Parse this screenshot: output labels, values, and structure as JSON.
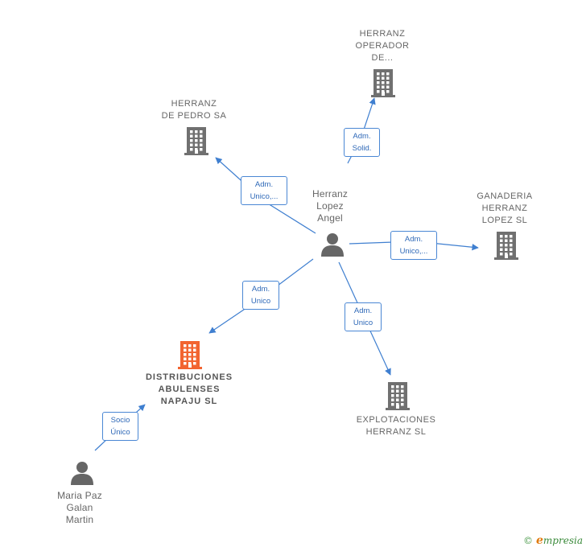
{
  "colors": {
    "edge": "#3f7fd0",
    "company": "#707070",
    "focus_company": "#f26430",
    "person": "#666666"
  },
  "nodes": {
    "herranz_operador": {
      "lines": [
        "HERRANZ",
        "OPERADOR",
        "DE..."
      ],
      "icon": "building-icon"
    },
    "herranz_de_pedro": {
      "lines": [
        "HERRANZ",
        "DE PEDRO SA"
      ],
      "icon": "building-icon"
    },
    "herranz_lopez_angel": {
      "lines": [
        "Herranz",
        "Lopez",
        "Angel"
      ],
      "icon": "person-icon"
    },
    "ganaderia": {
      "lines": [
        "GANADERIA",
        "HERRANZ",
        "LOPEZ  SL"
      ],
      "icon": "building-icon"
    },
    "distribuciones": {
      "lines": [
        "DISTRIBUCIONES",
        "ABULENSES",
        "NAPAJU  SL"
      ],
      "icon": "building-icon"
    },
    "explotaciones": {
      "lines": [
        "EXPLOTACIONES",
        "HERRANZ SL"
      ],
      "icon": "building-icon"
    },
    "maria_paz": {
      "lines": [
        "Maria Paz",
        "Galan",
        "Martin"
      ],
      "icon": "person-icon"
    }
  },
  "edges": {
    "to_operador": {
      "lines": [
        "Adm.",
        "Solid."
      ]
    },
    "to_de_pedro": {
      "lines": [
        "Adm.",
        "Unico,..."
      ]
    },
    "to_ganaderia": {
      "lines": [
        "Adm.",
        "Unico,..."
      ]
    },
    "to_distribuciones": {
      "lines": [
        "Adm.",
        "Unico"
      ]
    },
    "to_explotaciones": {
      "lines": [
        "Adm.",
        "Unico"
      ]
    },
    "maria_to_distribuciones": {
      "lines": [
        "Socio",
        "Único"
      ]
    }
  },
  "footer": {
    "copyright": "©",
    "brand_initial": "e",
    "brand_rest": "mpresia"
  }
}
